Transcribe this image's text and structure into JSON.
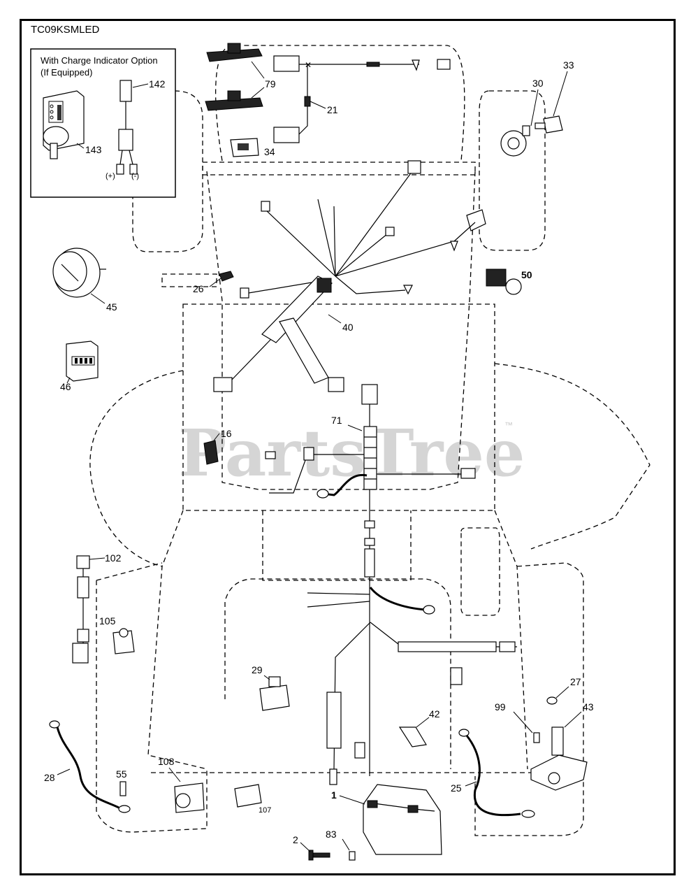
{
  "model_code": "TC09KSMLED",
  "watermark": {
    "text": "PartsTree",
    "trademark": "™"
  },
  "inset": {
    "title_line1": "With Charge Indicator Option",
    "title_line2": "(If Equipped)",
    "terminal_plus": "(+)",
    "terminal_minus": "(-)",
    "labels": [
      "142",
      "143"
    ]
  },
  "callouts": {
    "p79": "79",
    "p21": "21",
    "p34": "34",
    "p33": "33",
    "p30": "30",
    "p26": "26",
    "p40": "40",
    "p45": "45",
    "p46": "46",
    "p50": "50",
    "p16": "16",
    "p71": "71",
    "p102": "102",
    "p105": "105",
    "p29": "29",
    "p27": "27",
    "p43": "43",
    "p99": "99",
    "p42": "42",
    "p28": "28",
    "p55": "55",
    "p108": "108",
    "p107": "107",
    "p1": "1",
    "p25": "25",
    "p2": "2",
    "p83": "83"
  }
}
